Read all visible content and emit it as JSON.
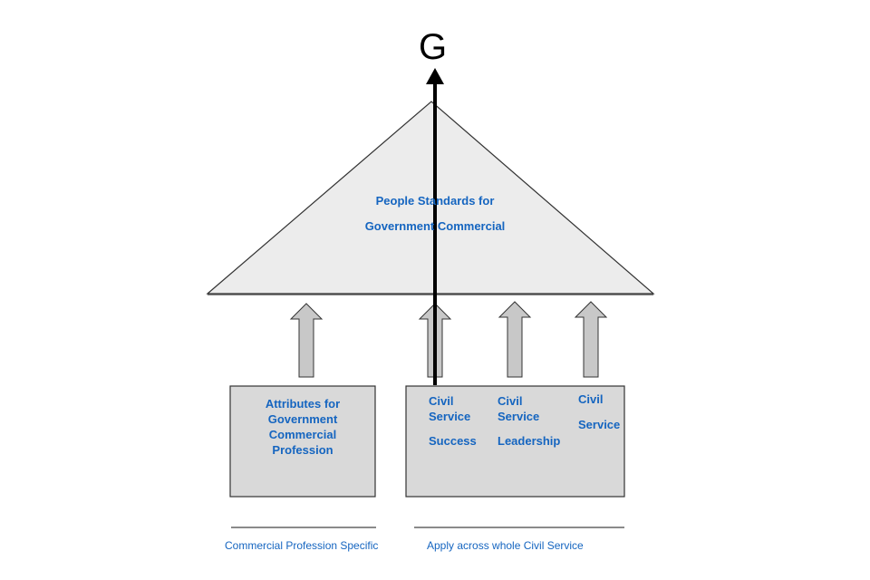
{
  "goal_label": "G",
  "pyramid": {
    "line1": "People Standards for",
    "line2": "Government Commercial"
  },
  "box_left": {
    "lines": [
      "Attributes for",
      "Government",
      "Commercial",
      "Profession"
    ]
  },
  "box_right": {
    "col1": [
      "Civil",
      "Service",
      "Success"
    ],
    "col2": [
      "Civil",
      "Service",
      "Leadership"
    ],
    "col3": [
      "Civil",
      "Service"
    ]
  },
  "footer": {
    "left": "Commercial Profession Specific",
    "right": "Apply across whole Civil Service"
  },
  "colors": {
    "text_blue": "#1565c0",
    "shape_fill": "#ececec",
    "box_fill": "#d9d9d9",
    "arrow_fill": "#c8c8c8",
    "stroke": "#333333"
  }
}
